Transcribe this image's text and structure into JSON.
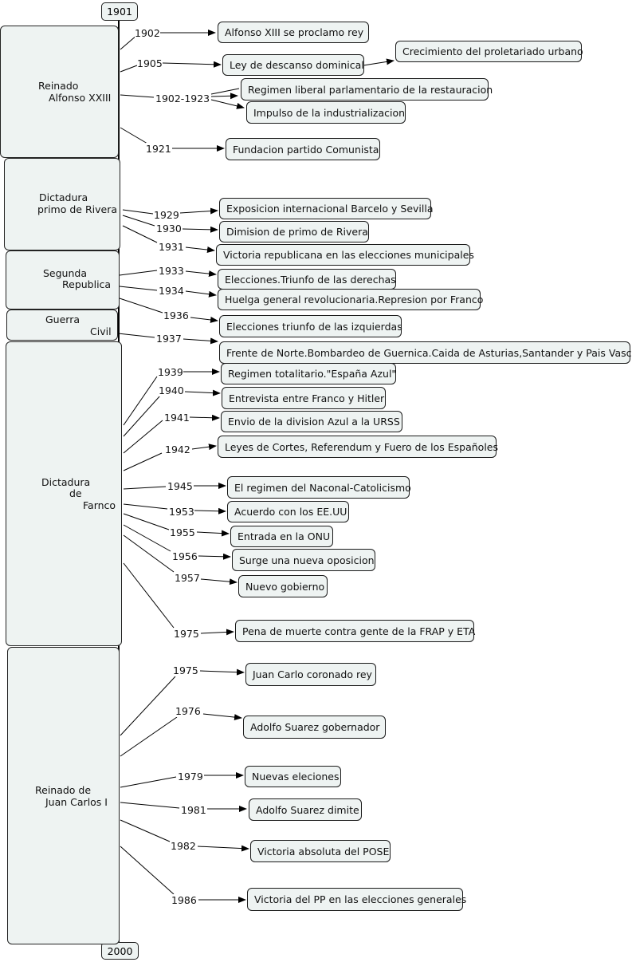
{
  "timeline": {
    "start": "1901",
    "end": "2000"
  },
  "periods": [
    {
      "line1": "Reinado",
      "line2": "Alfonso XXIII"
    },
    {
      "line1": "Dictadura",
      "line2": "primo de Rivera"
    },
    {
      "line1": "Segunda",
      "line2": "Republica"
    },
    {
      "line1": "Guerra",
      "line2": "Civil"
    },
    {
      "line1": "Dictadura",
      "line2": "de",
      "line3": "Farnco"
    },
    {
      "line1": "Reinado de",
      "line2": "Juan Carlos I"
    }
  ],
  "events": [
    {
      "year": "1902",
      "text": "Alfonso XIII se proclamo rey"
    },
    {
      "year": "1905",
      "text": "Ley de descanso dominical"
    },
    {
      "year": "",
      "text": "Crecimiento del proletariado urbano"
    },
    {
      "year": "1902-1923",
      "text": "Regimen liberal parlamentario de la restauracion"
    },
    {
      "year": "",
      "text": "Impulso de la industrializacion"
    },
    {
      "year": "1921",
      "text": "Fundacion partido Comunista"
    },
    {
      "year": "1929",
      "text": "Exposicion internacional Barcelo y Sevilla"
    },
    {
      "year": "1930",
      "text": "Dimision de primo de Rivera"
    },
    {
      "year": "1931",
      "text": "Victoria republicana en las elecciones municipales"
    },
    {
      "year": "1933",
      "text": "Elecciones.Triunfo de las derechas"
    },
    {
      "year": "1934",
      "text": "Huelga general revolucionaria.Represion por Franco"
    },
    {
      "year": "1936",
      "text": "Elecciones triunfo de las izquierdas"
    },
    {
      "year": "1937",
      "text": "Frente de Norte.Bombardeo de Guernica.Caida de Asturias,Santander y Pais Vasco"
    },
    {
      "year": "1939",
      "text": "Regimen totalitario.\"España Azul\""
    },
    {
      "year": "1940",
      "text": "Entrevista entre Franco y Hitler"
    },
    {
      "year": "1941",
      "text": "Envio de la division Azul a la URSS"
    },
    {
      "year": "1942",
      "text": "Leyes de Cortes, Referendum y Fuero de los Españoles"
    },
    {
      "year": "1945",
      "text": "El regimen del Naconal-Catolicismo"
    },
    {
      "year": "1953",
      "text": "Acuerdo con los EE.UU"
    },
    {
      "year": "1955",
      "text": "Entrada en la ONU"
    },
    {
      "year": "1956",
      "text": "Surge una nueva oposicion"
    },
    {
      "year": "1957",
      "text": "Nuevo gobierno"
    },
    {
      "year": "1975",
      "text": "Pena de muerte contra gente de la FRAP y ETA"
    },
    {
      "year": "1975",
      "text": "Juan Carlo coronado rey"
    },
    {
      "year": "1976",
      "text": "Adolfo Suarez gobernador"
    },
    {
      "year": "1979",
      "text": "Nuevas eleciones"
    },
    {
      "year": "1981",
      "text": "Adolfo Suarez dimite"
    },
    {
      "year": "1982",
      "text": "Victoria absoluta del POSE"
    },
    {
      "year": "1986",
      "text": "Victoria del PP en las elecciones generales"
    }
  ]
}
